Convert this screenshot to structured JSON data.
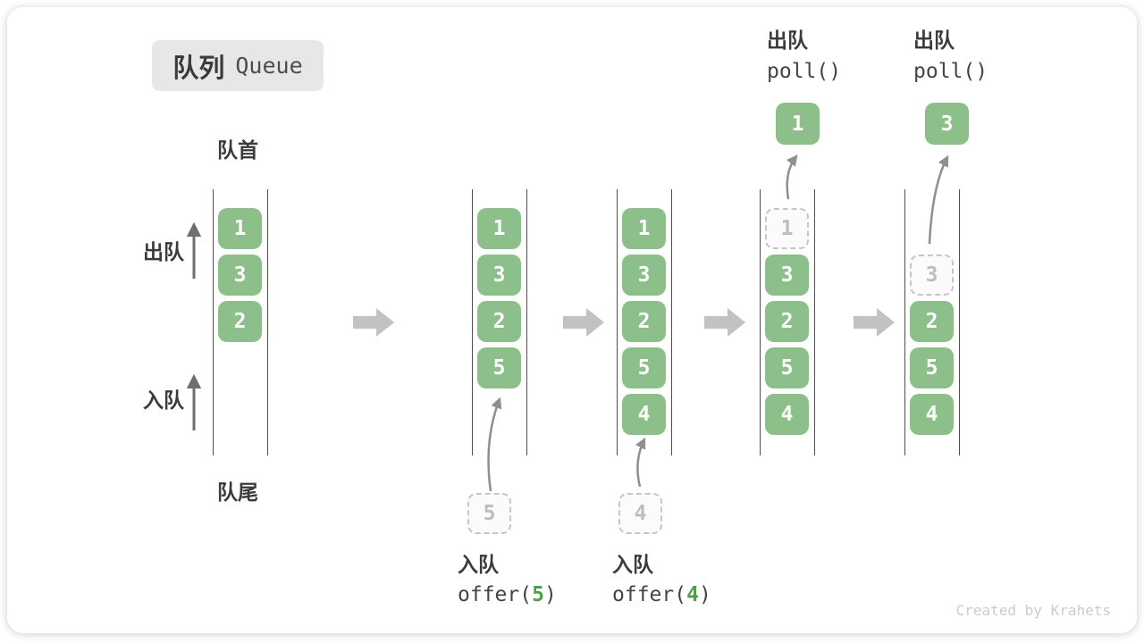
{
  "title": {
    "zh": "队列",
    "en": "Queue"
  },
  "side_labels": {
    "head": "队首",
    "tail": "队尾",
    "dequeue": "出队",
    "enqueue": "入队"
  },
  "operations": {
    "enqueue5": {
      "label": "入队",
      "code_prefix": "offer(",
      "arg": "5",
      "code_suffix": ")"
    },
    "enqueue4": {
      "label": "入队",
      "code_prefix": "offer(",
      "arg": "4",
      "code_suffix": ")"
    },
    "poll1": {
      "label": "出队",
      "code": "poll()"
    },
    "poll2": {
      "label": "出队",
      "code": "poll()"
    }
  },
  "states": [
    {
      "boxes": [
        {
          "value": "1",
          "style": "solid"
        },
        {
          "value": "3",
          "style": "solid"
        },
        {
          "value": "2",
          "style": "solid"
        }
      ]
    },
    {
      "boxes": [
        {
          "value": "1",
          "style": "solid"
        },
        {
          "value": "3",
          "style": "solid"
        },
        {
          "value": "2",
          "style": "solid"
        },
        {
          "value": "5",
          "style": "solid"
        }
      ],
      "pending": "5"
    },
    {
      "boxes": [
        {
          "value": "1",
          "style": "solid"
        },
        {
          "value": "3",
          "style": "solid"
        },
        {
          "value": "2",
          "style": "solid"
        },
        {
          "value": "5",
          "style": "solid"
        },
        {
          "value": "4",
          "style": "solid"
        }
      ],
      "pending": "4"
    },
    {
      "boxes": [
        {
          "value": "1",
          "style": "dashed"
        },
        {
          "value": "3",
          "style": "solid"
        },
        {
          "value": "2",
          "style": "solid"
        },
        {
          "value": "5",
          "style": "solid"
        },
        {
          "value": "4",
          "style": "solid"
        }
      ],
      "popped": "1"
    },
    {
      "boxes": [
        {
          "value": "",
          "style": "empty"
        },
        {
          "value": "3",
          "style": "dashed"
        },
        {
          "value": "2",
          "style": "solid"
        },
        {
          "value": "5",
          "style": "solid"
        },
        {
          "value": "4",
          "style": "solid"
        }
      ],
      "popped": "3"
    }
  ],
  "watermark": "Created by Krahets",
  "colors": {
    "box_green": "#8dbf8b",
    "code_arg_green": "#4f9e4f",
    "flow_arrow_gray": "#c2c2c2",
    "column_line": "#4f4f4f",
    "dashed_border": "#c6c6c6",
    "dashed_text": "#bdbdbd",
    "text_dark": "#3b3b3b",
    "curve_arrow_gray": "#8f8f8f",
    "watermark_gray": "#cbcbcb",
    "title_badge_bg": "#e7e7e7"
  }
}
